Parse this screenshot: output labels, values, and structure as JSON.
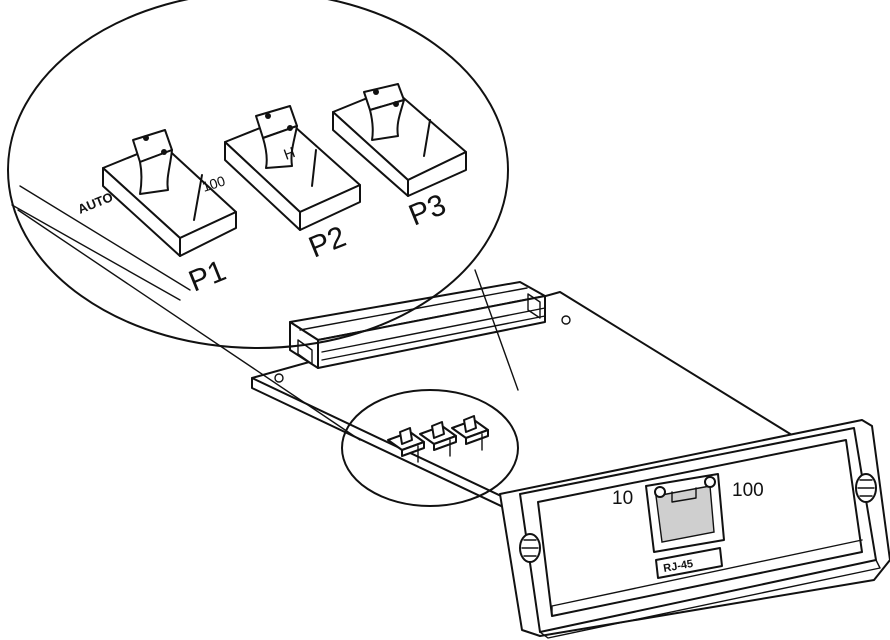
{
  "labels": {
    "auto": "AUTO",
    "p1_mark": "100",
    "p2_mark": "H",
    "p1": "P1",
    "p2": "P2",
    "p3": "P3",
    "led_left": "10",
    "led_right": "100",
    "port": "RJ-45"
  },
  "colors": {
    "line": "#111111",
    "background": "#ffffff",
    "port_inner": "#cfcfcf"
  }
}
